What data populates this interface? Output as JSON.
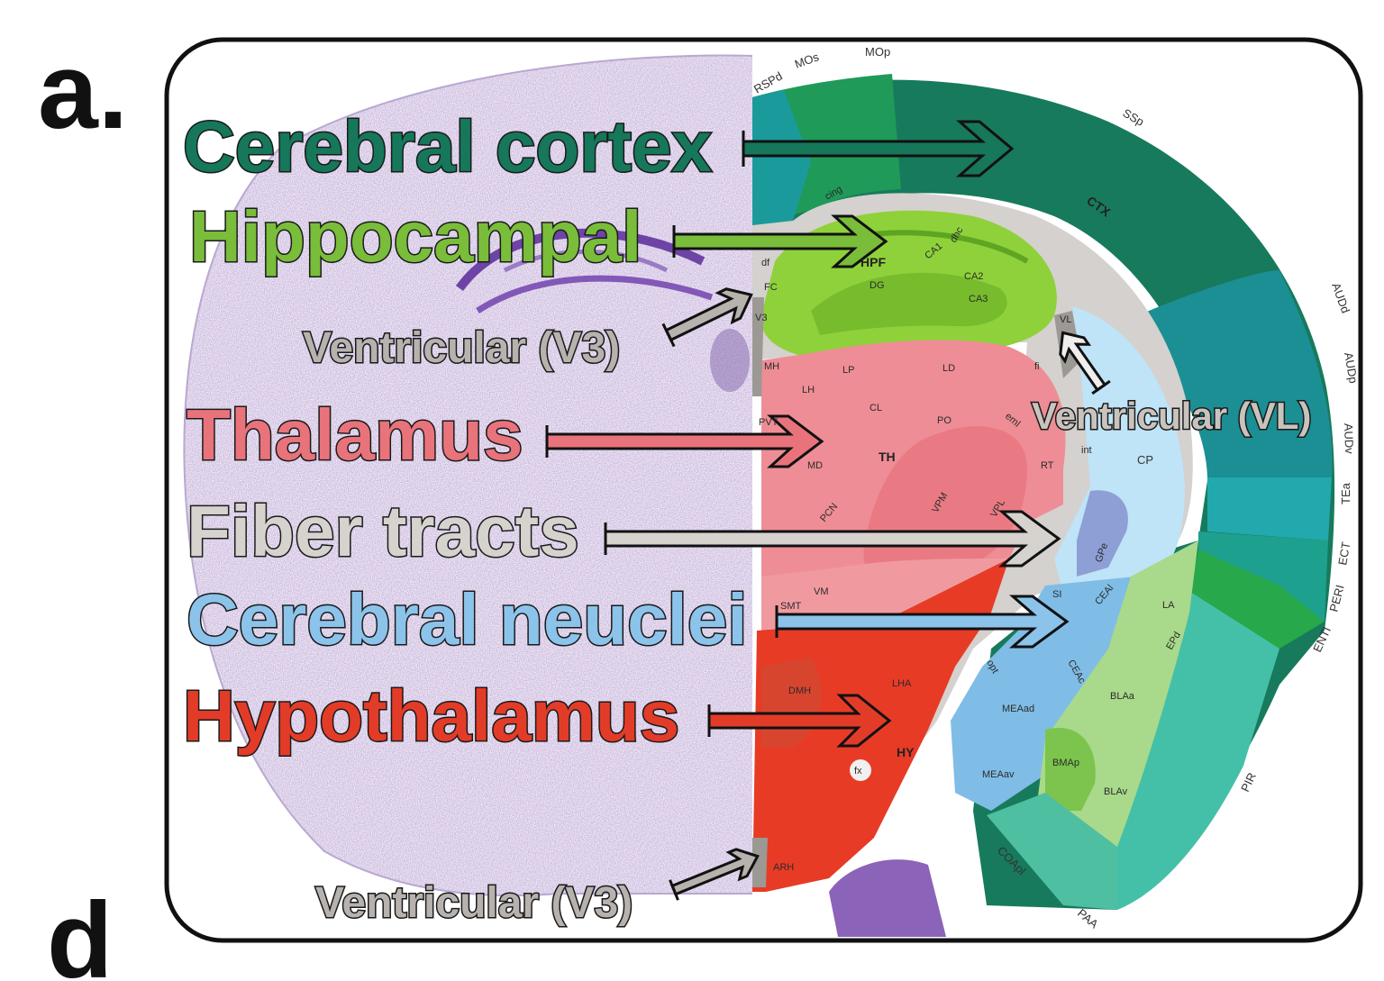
{
  "panel_label": "a.",
  "next_panel_label": "d",
  "annotations": [
    {
      "id": "cortex",
      "label": "Cerebral cortex",
      "color": "#16775a"
    },
    {
      "id": "hippocampal",
      "label": "Hippocampal",
      "color": "#79bd3a"
    },
    {
      "id": "v3_top",
      "label": "Ventricular (V3)",
      "color": "#b7b2ae"
    },
    {
      "id": "thalamus",
      "label": "Thalamus",
      "color": "#e9737b"
    },
    {
      "id": "fiber",
      "label": "Fiber tracts",
      "color": "#d6d2ce"
    },
    {
      "id": "nuclei",
      "label": "Cerebral neuclei",
      "color": "#8cc3ea"
    },
    {
      "id": "hypothalamus",
      "label": "Hypothalamus",
      "color": "#e23c28"
    },
    {
      "id": "vl",
      "label": "Ventricular (VL)",
      "color": "#c9c3be"
    },
    {
      "id": "v3_bottom",
      "label": "Ventricular (V3)",
      "color": "#b7b2ae"
    }
  ],
  "atlas_labels": {
    "rspd": "RSPd",
    "mos": "MOs",
    "mop": "MOp",
    "ssp": "SSp",
    "ctx": "CTX",
    "cing": "cing",
    "hpf": "HPF",
    "ca1": "CA1",
    "ca2": "CA2",
    "ca3": "CA3",
    "dg": "DG",
    "df": "df",
    "fc": "FC",
    "v3": "V3",
    "dhc": "dhc",
    "mh": "MH",
    "lh": "LH",
    "lp": "LP",
    "ld": "LD",
    "cl": "CL",
    "po": "PO",
    "pvt": "PVT",
    "md": "MD",
    "th": "TH",
    "rt": "RT",
    "int": "int",
    "fi": "fi",
    "vl": "VL",
    "cp": "CP",
    "gpe": "GPe",
    "si": "SI",
    "ceal": "CEAl",
    "ceac": "CEAc",
    "la": "LA",
    "epd": "EPd",
    "blaa": "BLAa",
    "blav": "BLAv",
    "bmap": "BMAp",
    "meaad": "MEAad",
    "meaav": "MEAav",
    "coapl": "COApl",
    "paa": "PAA",
    "pir": "PIR",
    "audd": "AUDd",
    "audp": "AUDp",
    "audv": "AUDv",
    "tea": "TEa",
    "ect": "ECT",
    "peri": "PERI",
    "entl": "ENTl",
    "hy": "HY",
    "fx": "fx",
    "vm": "VM",
    "lha": "LHA",
    "dmh": "DMH",
    "arh": "ARH",
    "smt": "SMT",
    "vpm": "VPM",
    "vpl": "VPL",
    "pcn": "PCN",
    "opt": "opt",
    "eml": "eml"
  },
  "colors": {
    "frame": "#111111",
    "cortex_dark": "#177a5c",
    "cortex_mid": "#1f9a58",
    "cortex_teal": "#1b8f94",
    "cortex_light_teal": "#22a9ad",
    "fiber": "#d4d1ce",
    "hpf": "#8fd13a",
    "thalamus": "#ee8d95",
    "hypothalamus": "#e73b26",
    "cp": "#bfe3f7",
    "nuclei_blue": "#7fbde6",
    "amygdala": "#a9d98a",
    "nissl": "#7a5aa8"
  }
}
